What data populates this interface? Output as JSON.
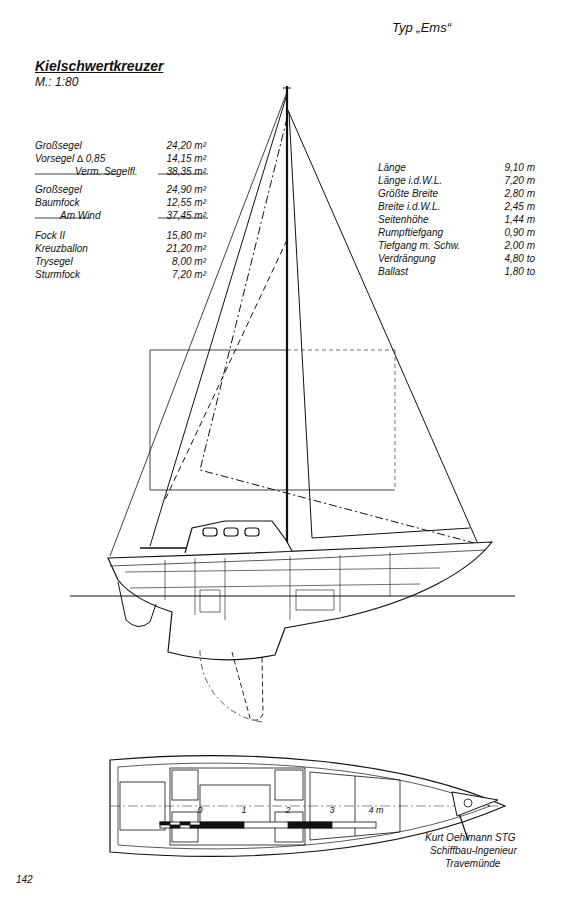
{
  "diagram": {
    "title": "Kielschwertkreuzer",
    "labels": [
      "Typ „Ems“",
      "M.: 1:80",
      "Großsegel",
      "24,20 m²",
      "Vorsegel ∆ 0,85",
      "14,15 m²",
      "Verm. Segelfl.",
      "38,35 m²",
      "Großsegel",
      "24,90 m²",
      "Baumfock",
      "12,55 m²",
      "Am Wind",
      "37,45 m²",
      "Fock II",
      "15,80 m²",
      "Kreuzballon",
      "21,20 m²",
      "Trysegel",
      "8,00 m²",
      "Sturmfock",
      "7,20 m²",
      "Länge",
      "9,10 m",
      "Länge i.d.W.L.",
      "7,20 m",
      "Größte Breite",
      "2,80 m",
      "Breite i.d.W.L.",
      "2,45 m",
      "Seitenhöhe",
      "1,44 m",
      "Rumpftiefgang",
      "0,90 m",
      "Tiefgang m. Schw.",
      "2,00 m",
      "Verdrängung",
      "4,80 to",
      "Ballast",
      "1,80 to",
      "0",
      "1",
      "2",
      "3",
      "4 m",
      "Kurt Oehlmann STG",
      "Schiffbau-Ingenieur",
      "Travemünde",
      "142"
    ]
  }
}
